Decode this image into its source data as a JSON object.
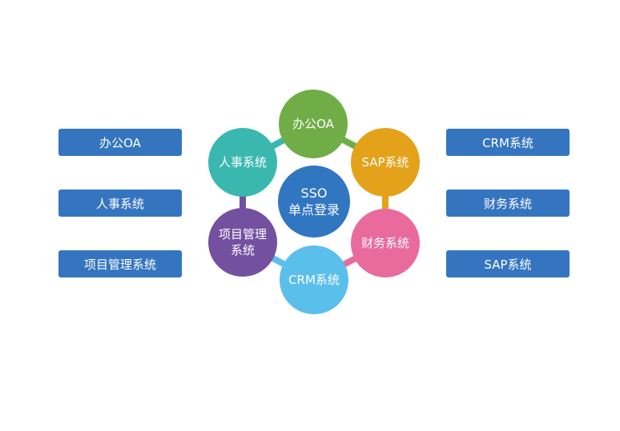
{
  "left_list": {
    "items": [
      {
        "label": "办公OA"
      },
      {
        "label": "人事系统"
      },
      {
        "label": "项目管理系统"
      }
    ]
  },
  "right_list": {
    "items": [
      {
        "label": "CRM系统"
      },
      {
        "label": "财务系统"
      },
      {
        "label": "SAP系统"
      }
    ]
  },
  "hub": {
    "line1": "SSO",
    "line2": "单点登录",
    "color": "#3176c1"
  },
  "ring": {
    "nodes": [
      {
        "id": "oa",
        "line1": "办公OA",
        "line2": "",
        "color": "#70ad47"
      },
      {
        "id": "sap",
        "line1": "SAP系统",
        "line2": "",
        "color": "#e4a21a"
      },
      {
        "id": "finance",
        "line1": "财务系统",
        "line2": "",
        "color": "#e96b9d"
      },
      {
        "id": "crm",
        "line1": "CRM系统",
        "line2": "",
        "color": "#5bbfec"
      },
      {
        "id": "project",
        "line1": "项目管理",
        "line2": "系统",
        "color": "#7350a0"
      },
      {
        "id": "hr",
        "line1": "人事系统",
        "line2": "",
        "color": "#3ab8b0"
      }
    ]
  },
  "colors": {
    "box": "#3575c0",
    "text": "#ffffff"
  }
}
